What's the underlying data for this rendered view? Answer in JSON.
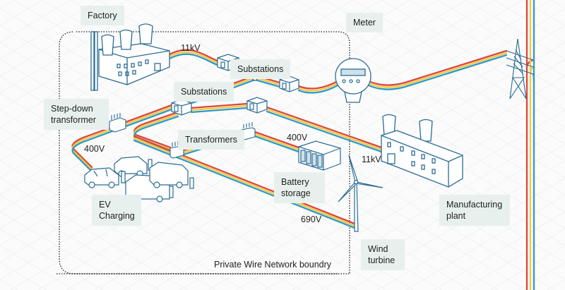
{
  "title": "Private Wire Network diagram",
  "colors": {
    "cable_red": "#d9483b",
    "cable_yellow": "#f5c842",
    "cable_blue": "#2f9bc4",
    "outline": "#2a6c94",
    "label_bg": "#e8f0ee",
    "boundary": "#222222"
  },
  "labels": {
    "factory": "Factory",
    "meter": "Meter",
    "substations_top": "Substations",
    "substations_left": "Substations",
    "step_down": "Step-down transformer",
    "transformers": "Transformers",
    "ev_charging": "EV Charging",
    "battery": "Battery storage",
    "manufacturing": "Manufacturing plant",
    "wind": "Wind turbine",
    "boundary": "Private Wire Network boundry"
  },
  "voltages": {
    "factory_out": "11kV",
    "ev_feed": "400V",
    "battery_feed": "400V",
    "plant_feed": "11kV",
    "wind_feed": "690V"
  },
  "icons": [
    "factory-icon",
    "meter-icon",
    "substation-icon",
    "transformer-icon",
    "pylon-icon",
    "ev-car-icon",
    "van-icon",
    "charger-icon",
    "battery-icon",
    "manufacturing-plant-icon",
    "wind-turbine-icon"
  ]
}
